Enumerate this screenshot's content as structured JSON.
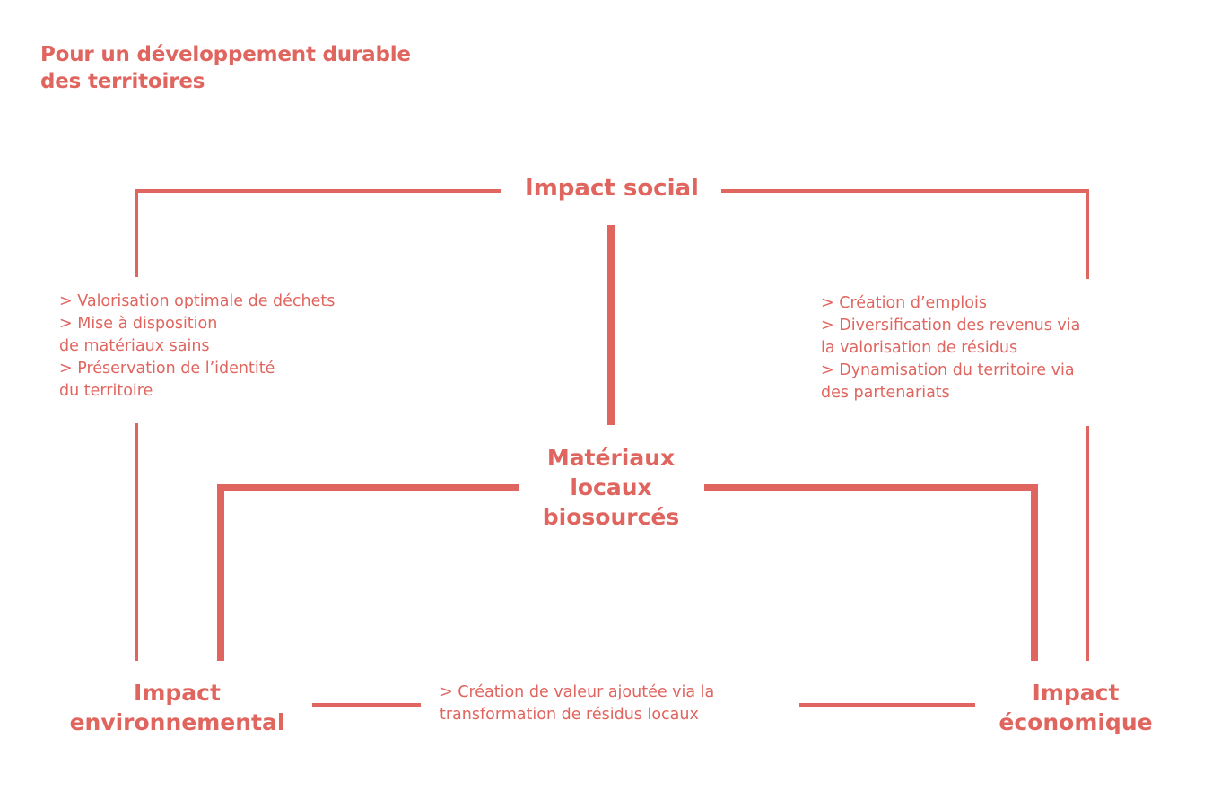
{
  "colors": {
    "accent": "#e0655f",
    "background": "#ffffff"
  },
  "title": {
    "line1": "Pour un développement durable",
    "line2": "des territoires"
  },
  "nodes": {
    "social": {
      "label": "Impact social"
    },
    "center": {
      "line1": "Matériaux",
      "line2": "locaux",
      "line3": "biosourcés"
    },
    "environmental": {
      "line1": "Impact",
      "line2": "environnemental"
    },
    "economic": {
      "line1": "Impact",
      "line2": "économique"
    }
  },
  "descriptions": {
    "left": [
      "> Valorisation optimale de déchets",
      "> Mise à disposition",
      "de matériaux sains",
      "> Préservation de l’identité",
      "du territoire"
    ],
    "right": [
      "> Création d’emplois",
      "> Diversification des revenus via",
      "la valorisation de résidus",
      "> Dynamisation du territoire via",
      "des partenariats"
    ],
    "bottom": [
      "> Création de valeur ajoutée via la",
      "transformation de résidus locaux"
    ]
  }
}
